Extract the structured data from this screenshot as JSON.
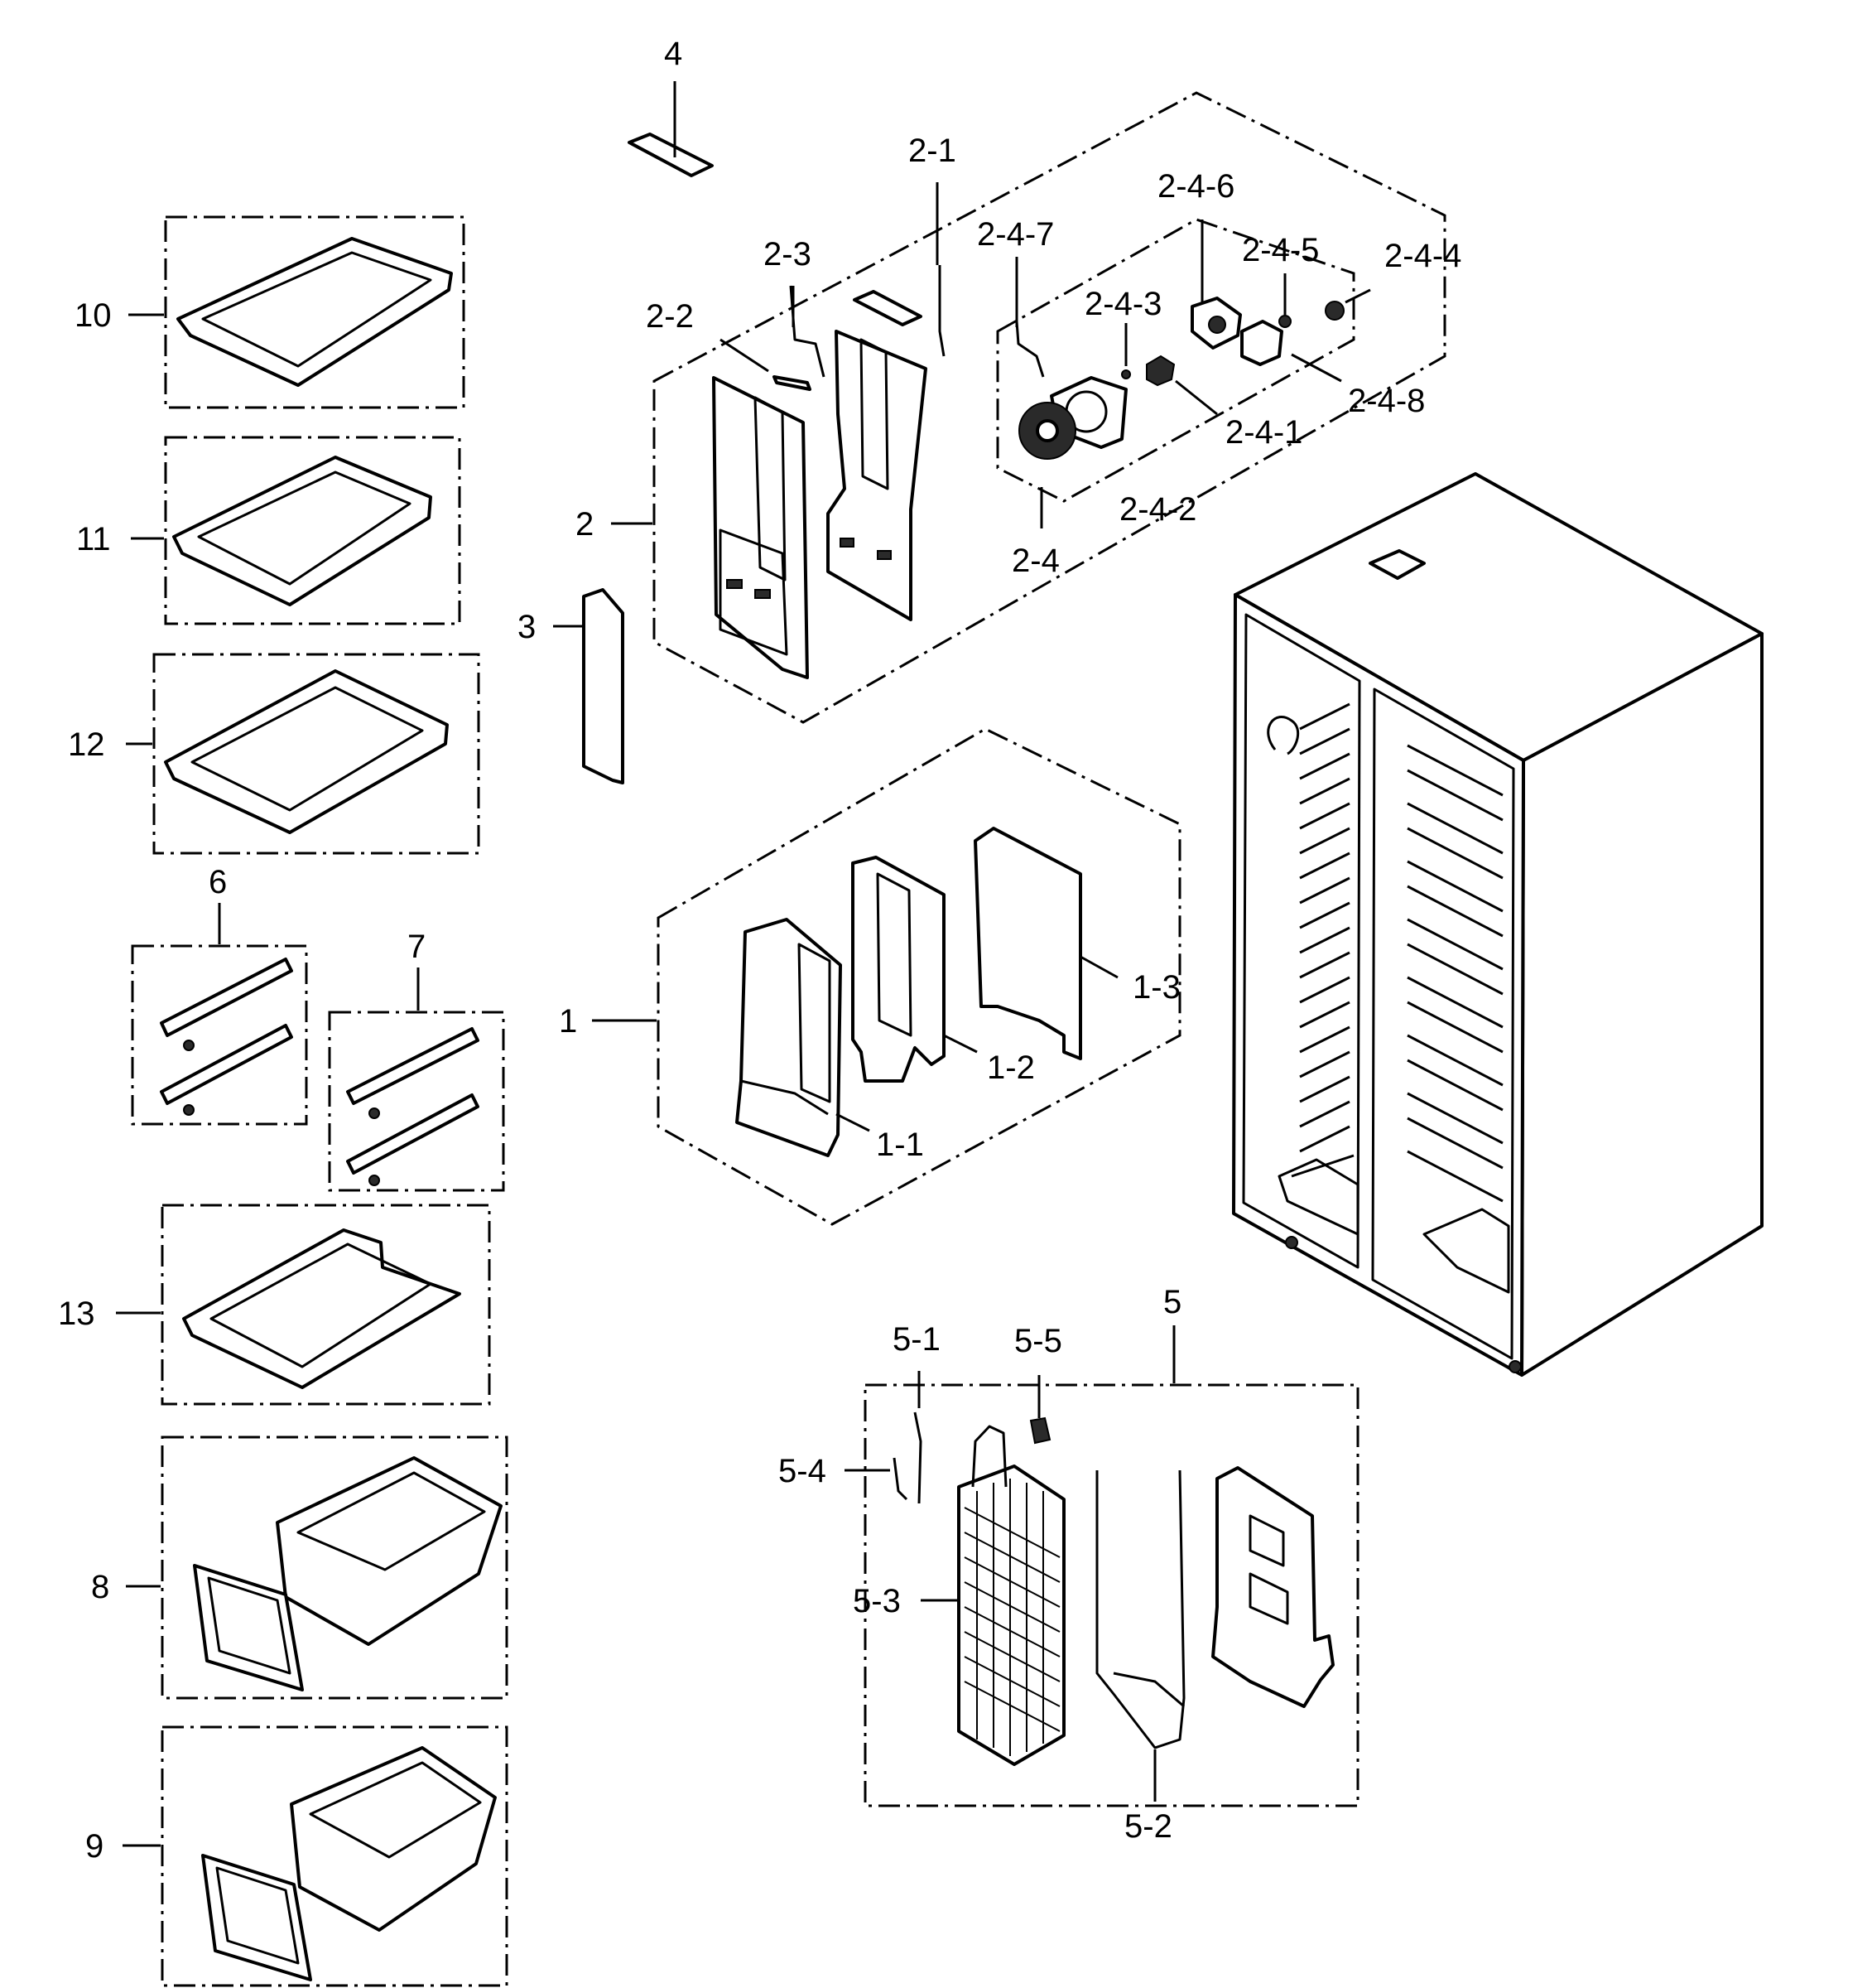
{
  "callouts": {
    "c4": "4",
    "c2_1": "2-1",
    "c2_3": "2-3",
    "c2_2": "2-2",
    "c2": "2",
    "c2_4": "2-4",
    "c2_4_1": "2-4-1",
    "c2_4_2": "2-4-2",
    "c2_4_3": "2-4-3",
    "c2_4_4": "2-4-4",
    "c2_4_5": "2-4-5",
    "c2_4_6": "2-4-6",
    "c2_4_7": "2-4-7",
    "c2_4_8": "2-4-8",
    "c3": "3",
    "c1": "1",
    "c1_1": "1-1",
    "c1_2": "1-2",
    "c1_3": "1-3",
    "c5": "5",
    "c5_1": "5-1",
    "c5_2": "5-2",
    "c5_3": "5-3",
    "c5_4": "5-4",
    "c5_5": "5-5",
    "c6": "6",
    "c7": "7",
    "c8": "8",
    "c9": "9",
    "c10": "10",
    "c11": "11",
    "c12": "12",
    "c13": "13"
  }
}
